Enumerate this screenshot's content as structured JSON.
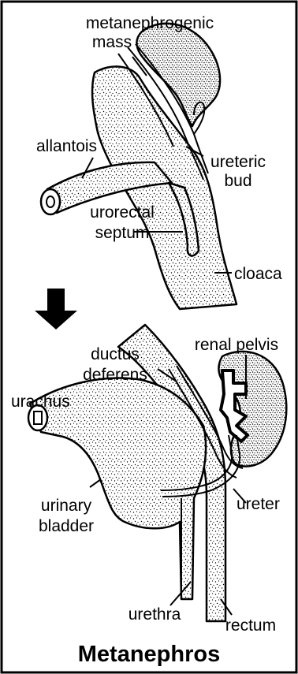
{
  "title": "Metanephros",
  "upper_labels": {
    "metanephrogenic_line1": "metanephrogenic",
    "metanephrogenic_line2": "mass",
    "allantois": "allantois",
    "ureteric_line1": "ureteric",
    "ureteric_line2": "bud",
    "urorectal_line1": "urorectal",
    "urorectal_line2": "septum",
    "cloaca": "cloaca"
  },
  "lower_labels": {
    "renal_pelvis": "renal pelvis",
    "ductus_line1": "ductus",
    "ductus_line2": "deferens",
    "urachus": "urachus",
    "ureter": "ureter",
    "urinary_line1": "urinary",
    "urinary_line2": "bladder",
    "urethra": "urethra",
    "rectum": "rectum"
  },
  "icons": {
    "transition_arrow": "down-arrow-icon"
  },
  "colors": {
    "ink": "#000000",
    "paper": "#ffffff"
  }
}
